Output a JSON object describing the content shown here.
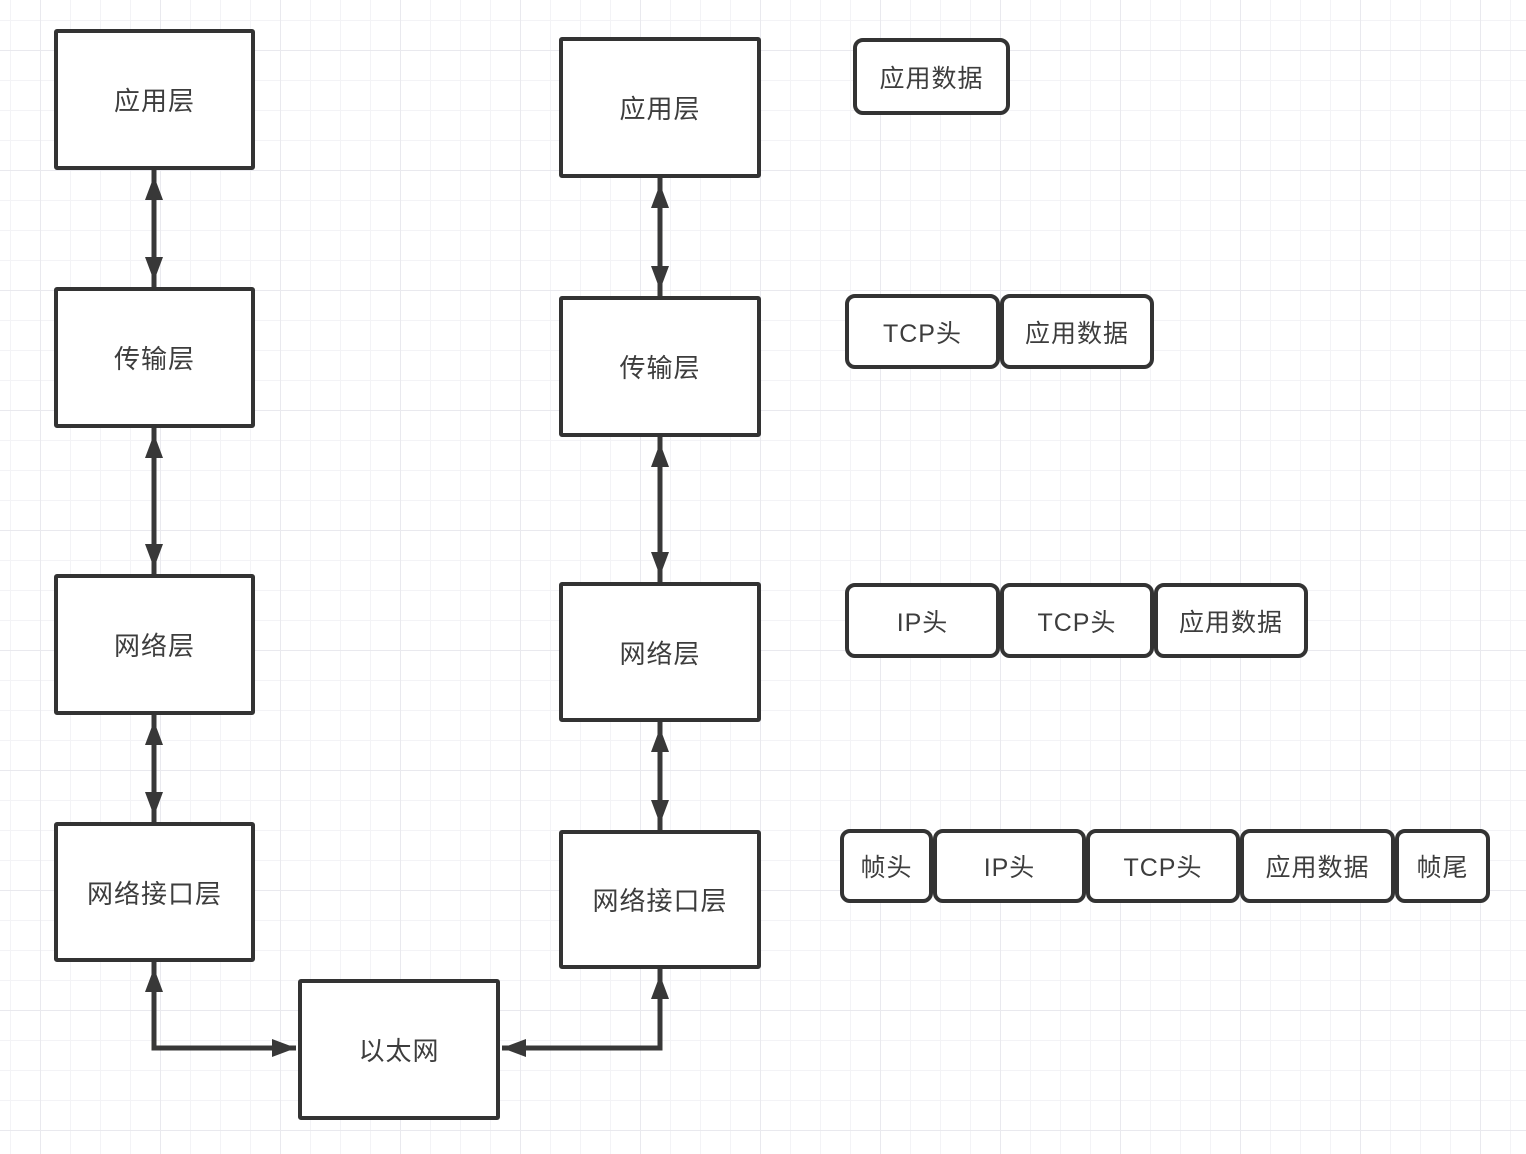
{
  "stacks": [
    {
      "side": "left",
      "layers": [
        {
          "label": "应用层"
        },
        {
          "label": "传输层"
        },
        {
          "label": "网络层"
        },
        {
          "label": "网络接口层"
        }
      ]
    },
    {
      "side": "middle",
      "layers": [
        {
          "label": "应用层"
        },
        {
          "label": "传输层"
        },
        {
          "label": "网络层"
        },
        {
          "label": "网络接口层"
        }
      ]
    }
  ],
  "ethernet": {
    "label": "以太网"
  },
  "encapsulation_rows": [
    {
      "cells": [
        "应用数据"
      ]
    },
    {
      "cells": [
        "TCP头",
        "应用数据"
      ]
    },
    {
      "cells": [
        "IP头",
        "TCP头",
        "应用数据"
      ]
    },
    {
      "cells": [
        "帧头",
        "IP头",
        "TCP头",
        "应用数据",
        "帧尾"
      ]
    }
  ],
  "colors": {
    "line": "#333333",
    "text": "#3d3d3d",
    "box_background": "#ffffff",
    "grid_minor": "#f3f3f6",
    "grid_major": "#e9e9ee",
    "canvas_background": "#ffffff"
  }
}
